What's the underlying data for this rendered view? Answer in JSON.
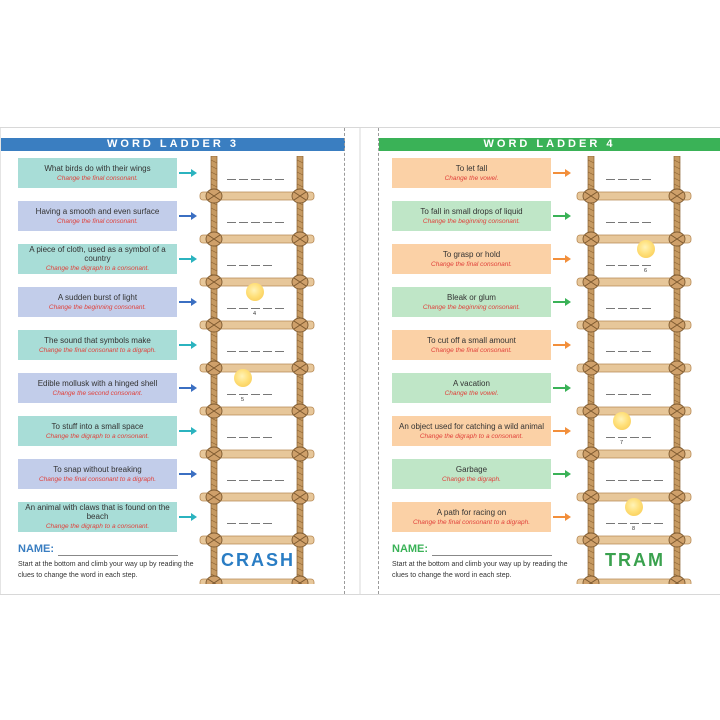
{
  "pages": [
    {
      "title": "WORD LADDER 3",
      "accent": "#3a7ec1",
      "clue_colors": [
        "#a8ddd7",
        "#c2cdea"
      ],
      "arrow_colors": [
        "#2bb3bf",
        "#3b6fc2"
      ],
      "start_word": "CRASH",
      "start_word_color": "#2a7dc4",
      "name_label": "NAME:",
      "instructions": "Start at the bottom and climb your way up by reading the clues to change the word in each step.",
      "clues": [
        {
          "q": "What birds do with their wings",
          "hint": "Change the final consonant.",
          "letters": 5,
          "circle": null,
          "circle_num": null
        },
        {
          "q": "Having a smooth and even surface",
          "hint": "Change the final consonant.",
          "letters": 5,
          "circle": null,
          "circle_num": null
        },
        {
          "q": "A piece of cloth, used as a symbol of a country",
          "hint": "Change the digraph to a consonant.",
          "letters": 4,
          "circle": null,
          "circle_num": null
        },
        {
          "q": "A sudden burst of light",
          "hint": "Change the beginning consonant.",
          "letters": 5,
          "circle": 3,
          "circle_num": "4"
        },
        {
          "q": "The sound that symbols make",
          "hint": "Change the final consonant to a digraph.",
          "letters": 5,
          "circle": null,
          "circle_num": null
        },
        {
          "q": "Edible mollusk with a hinged shell",
          "hint": "Change the second consonant.",
          "letters": 4,
          "circle": 2,
          "circle_num": "5"
        },
        {
          "q": "To stuff into a small space",
          "hint": "Change the digraph to a consonant.",
          "letters": 4,
          "circle": null,
          "circle_num": null
        },
        {
          "q": "To snap without breaking",
          "hint": "Change the final consonant to a digraph.",
          "letters": 5,
          "circle": null,
          "circle_num": null
        },
        {
          "q": "An animal with claws that is found on the beach",
          "hint": "Change the digraph to a consonant.",
          "letters": 4,
          "circle": null,
          "circle_num": null
        }
      ]
    },
    {
      "title": "WORD LADDER 4",
      "accent": "#3ab257",
      "clue_colors": [
        "#fbd1a6",
        "#bfe6c7"
      ],
      "arrow_colors": [
        "#f28f3b",
        "#3ab257"
      ],
      "start_word": "TRAM",
      "start_word_color": "#3aa14e",
      "name_label": "NAME:",
      "instructions": "Start at the bottom and climb your way up by reading the clues to change the word in each step.",
      "clues": [
        {
          "q": "To let fall",
          "hint": "Change the vowel.",
          "letters": 4,
          "circle": null,
          "circle_num": null
        },
        {
          "q": "To fall in small drops of liquid",
          "hint": "Change the beginning consonant.",
          "letters": 4,
          "circle": null,
          "circle_num": null
        },
        {
          "q": "To grasp or hold",
          "hint": "Change the final consonant.",
          "letters": 4,
          "circle": 4,
          "circle_num": "6"
        },
        {
          "q": "Bleak or glum",
          "hint": "Change the beginning consonant.",
          "letters": 4,
          "circle": null,
          "circle_num": null
        },
        {
          "q": "To cut off a small amount",
          "hint": "Change the final consonant.",
          "letters": 4,
          "circle": null,
          "circle_num": null
        },
        {
          "q": "A vacation",
          "hint": "Change the vowel.",
          "letters": 4,
          "circle": null,
          "circle_num": null
        },
        {
          "q": "An object used for catching a wild animal",
          "hint": "Change the digraph to a consonant.",
          "letters": 4,
          "circle": 2,
          "circle_num": "7"
        },
        {
          "q": "Garbage",
          "hint": "Change the digraph.",
          "letters": 5,
          "circle": null,
          "circle_num": null
        },
        {
          "q": "A path for racing on",
          "hint": "Change the final consonant to a digraph.",
          "letters": 5,
          "circle": 3,
          "circle_num": "8"
        }
      ]
    }
  ]
}
